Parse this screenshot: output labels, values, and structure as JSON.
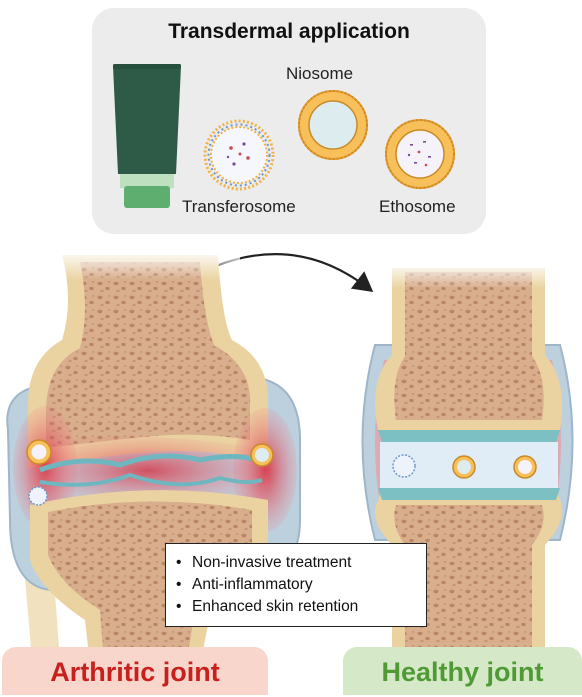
{
  "transdermal": {
    "title": "Transdermal application",
    "labels": {
      "niosome": "Niosome",
      "transferosome": "Transferosome",
      "ethosome": "Ethosome"
    }
  },
  "benefits": [
    "Non-invasive treatment",
    "Anti-inflammatory",
    "Enhanced skin retention"
  ],
  "joints": {
    "arthritic_label": "Arthritic joint",
    "healthy_label": "Healthy joint"
  },
  "colors": {
    "tube": "#2e5b47",
    "tube_cap": "#5eae6f",
    "bone": "#ead3a1",
    "marrow": "#d5aa88",
    "inflammation": "#d9333a",
    "cartilage": "#7cc0c4",
    "capsule": "#b9ccd9",
    "vesicle_shell": "#f0a93b",
    "arthritic_banner": "#f8d6cc",
    "arthritic_text": "#c8201c",
    "healthy_banner": "#d5e9c8",
    "healthy_text": "#4f9a34"
  }
}
